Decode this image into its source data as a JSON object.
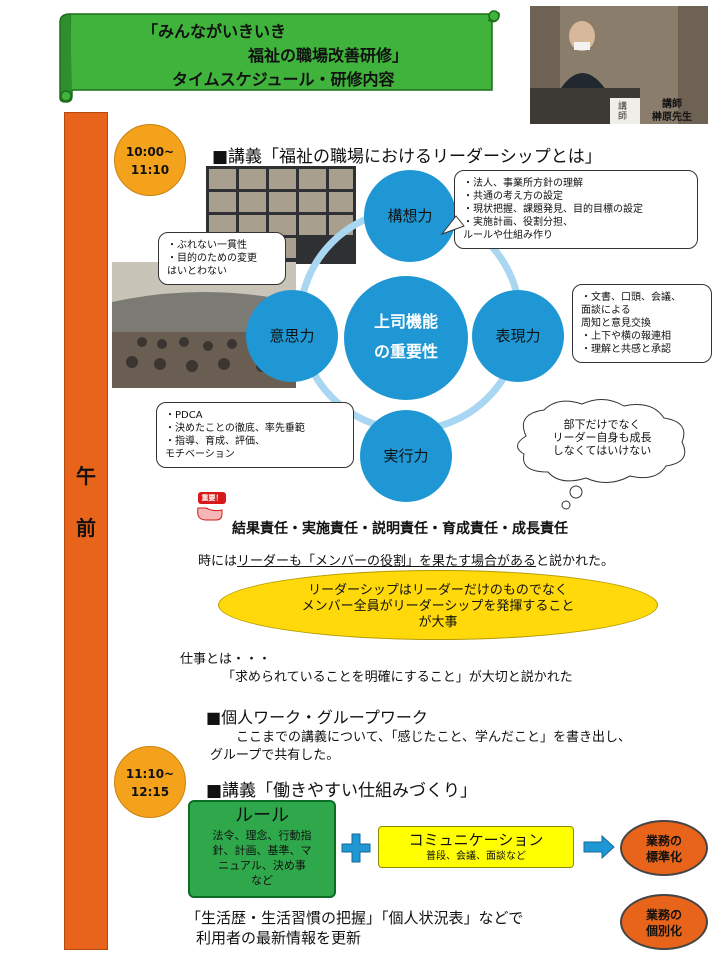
{
  "banner": {
    "title_line1": "「みんながいきいき",
    "title_line2": "福祉の職場改善研修」",
    "title_line3": "タイムスケジュール・研修内容",
    "color": "#3fb33c"
  },
  "instructor": {
    "role": "講師",
    "name": "榊原先生",
    "podium_text": "講師"
  },
  "am_label_1": "午",
  "am_label_2": "前",
  "session1": {
    "time_start": "10:00~",
    "time_end": "11:10",
    "heading": "■講義「福祉の職場におけるリーダーシップとは」"
  },
  "cycle": {
    "center_line1": "上司機能",
    "center_line2": "の重要性",
    "top": "構想力",
    "right": "表現力",
    "bottom": "実行力",
    "left": "意思力",
    "color": "#1f97d4"
  },
  "bubbles": {
    "top_right": [
      "・法人、事業所方針の理解",
      "・共通の考え方の設定",
      "・現状把握、課題発見、目的目標の設定",
      "・実施計画、役割分担、",
      "  ルールや仕組み作り"
    ],
    "right": [
      "・文書、口頭、会議、",
      "  面談による",
      "  周知と意見交換",
      "・上下や横の報連相",
      "・理解と共感と承認"
    ],
    "left": [
      "・ぶれない一貫性",
      "・目的のための変更",
      "  はいとわない"
    ],
    "bottom_left": [
      "・PDCA",
      "・決めたことの徹底、率先垂範",
      "・指導、育成、評価、",
      "  モチベーション"
    ],
    "thought": [
      "部下だけでなく",
      "リーダー自身も成長",
      "しなくてはいけない"
    ]
  },
  "important_badge": "重要！",
  "responsibilities": "結果責任・実施責任・説明責任・育成責任・成長責任",
  "role_note": {
    "p1": "時には",
    "p2": "リーダーも「メンバーの役割」を果たす場合がある",
    "p3": "と説かれた。"
  },
  "ellipse": {
    "line1": "リーダーシップはリーダーだけのものでなく",
    "line2": "メンバー全員がリーダーシップを発揮すること",
    "line3": "が大事",
    "color": "#ffd90a"
  },
  "work_note": {
    "line1": "仕事とは・・・",
    "line2": "「求められていることを明確にすること」が大切と説かれた"
  },
  "group_work": {
    "heading": "■個人ワーク・グループワーク",
    "line1": "ここまでの講義について、「感じたこと、学んだこと」を書き出し、",
    "line2": "グループで共有した。"
  },
  "session2": {
    "time_start": "11:10~",
    "time_end": "12:15",
    "heading": "■講義「働きやすい仕組みづくり」"
  },
  "rule": {
    "title": "ルール",
    "body_line1": "法令、理念、行動指",
    "body_line2": "針、計画、基準、マ",
    "body_line3": "ニュアル、決め事",
    "body_line4": "など",
    "color": "#2ea84b"
  },
  "communication": {
    "title": "コミュニケーション",
    "sub": "普段、会議、面談など",
    "color": "#ffff00"
  },
  "results": {
    "standardize_line1": "業務の",
    "standardize_line2": "標準化",
    "individualize_line1": "業務の",
    "individualize_line2": "個別化",
    "color": "#e8641a"
  },
  "bottom_note": {
    "line1": "「生活歴・生活習慣の把握」「個人状況表」などで",
    "line2": "利用者の最新情報を更新"
  }
}
